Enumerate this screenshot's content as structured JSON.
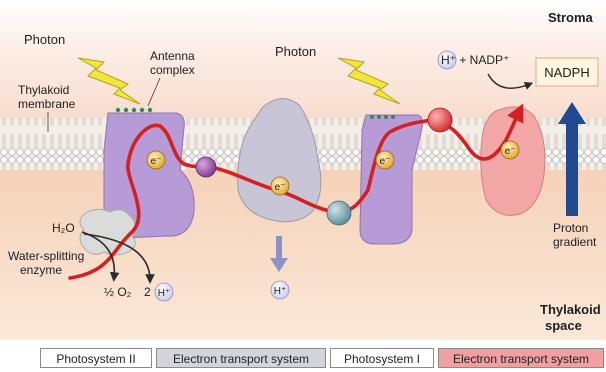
{
  "labels": {
    "stroma": "Stroma",
    "photon_left": "Photon",
    "photon_right": "Photon",
    "antenna_line1": "Antenna",
    "antenna_line2": "complex",
    "thylakoid_line1": "Thylakoid",
    "thylakoid_line2": "membrane",
    "hplus_nadp": "H⁺ + NADP⁺",
    "nadph": "NADPH",
    "electron": "e⁻",
    "water": "H₂O",
    "water_enzyme_line1": "Water-splitting",
    "water_enzyme_line2": "enzyme",
    "oxygen": "½ O₂",
    "two_h": "2",
    "h_plus": "H⁺",
    "proton_line1": "Proton",
    "proton_line2": "gradient",
    "thylakoid_space_line1": "Thylakoid",
    "thylakoid_space_line2": "space"
  },
  "legend": [
    {
      "label": "Photosystem II",
      "color": "#ffffff"
    },
    {
      "label": "Electron transport system",
      "color": "#d4d4dc"
    },
    {
      "label": "Photosystem I",
      "color": "#ffffff"
    },
    {
      "label": "Electron transport system",
      "color": "#f0a0a0"
    }
  ],
  "colors": {
    "stroma": "#fbe8de",
    "lumen": "#f6d7bf",
    "membrane": "#f3ece6",
    "photosystem": "#b79bd6",
    "transport": "#c8c6d6",
    "electron_path": "#d61f1f",
    "proton_arrow": "#1f4a8f"
  }
}
